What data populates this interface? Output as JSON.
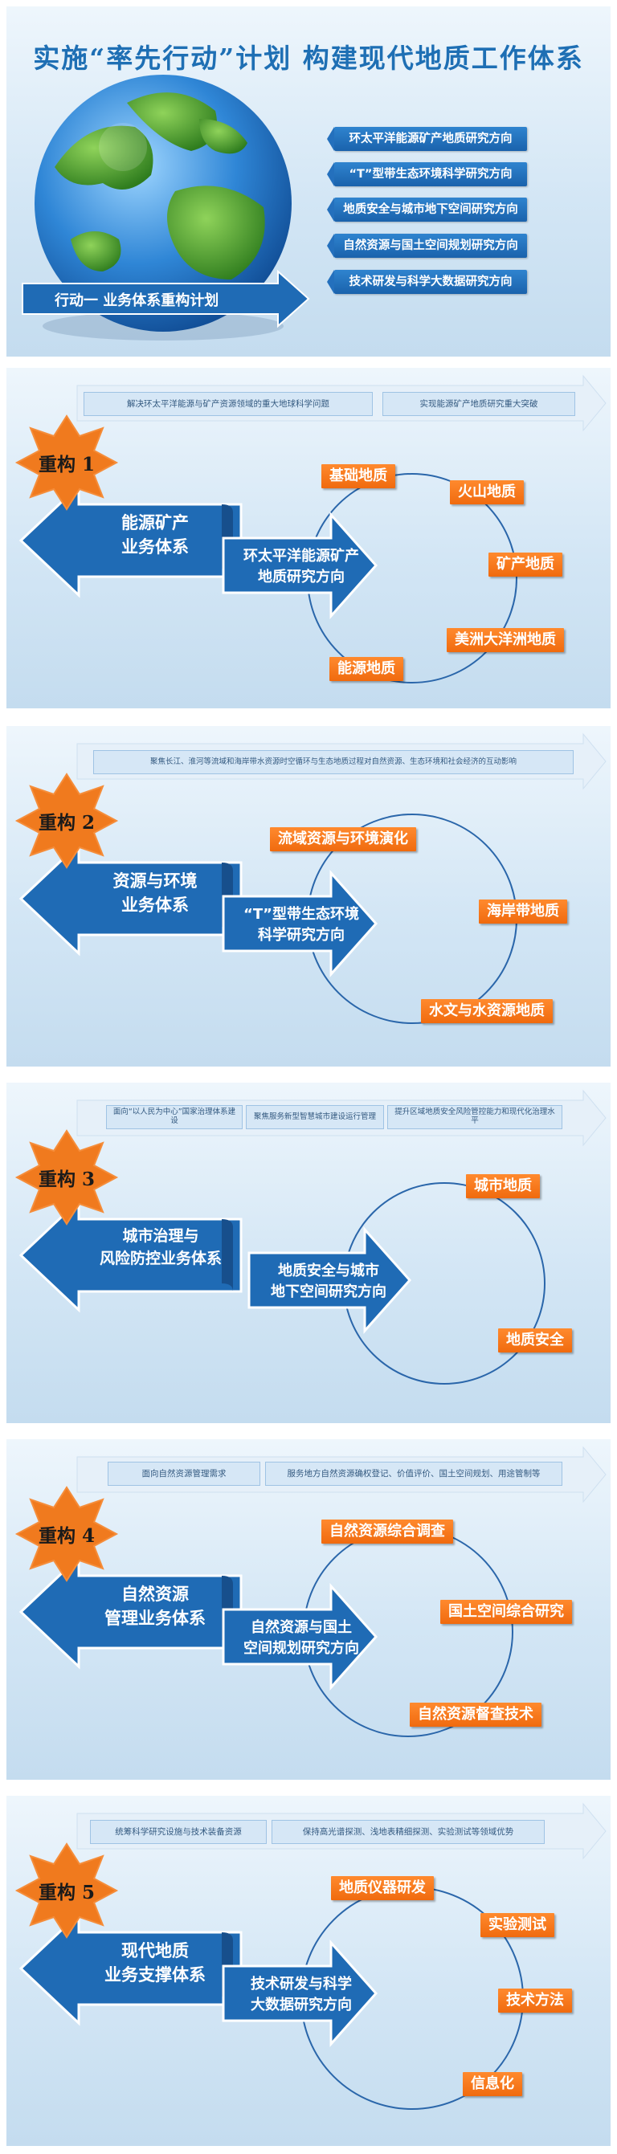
{
  "header": {
    "title": "实施“率先行动”计划  构建现代地质工作体系",
    "action_label": "行动一 业务体系重构计划",
    "directions": [
      "环太平洋能源矿产地质研究方向",
      "“T”型带生态环境科学研究方向",
      "地质安全与城市地下空间研究方向",
      "自然资源与国土空间规划研究方向",
      "技术研发与科学大数据研究方向"
    ]
  },
  "sections": [
    {
      "badge": "重构 1",
      "scopes": [
        "解决环太平洋能源与矿产资源领域的重大地球科学问题",
        "实现能源矿产地质研究重大突破"
      ],
      "business": "能源矿产\n业务体系",
      "direction": "环太平洋能源矿产\n地质研究方向",
      "fields": [
        "基础地质",
        "火山地质",
        "矿产地质",
        "美洲大洋洲地质",
        "能源地质"
      ]
    },
    {
      "badge": "重构 2",
      "scopes": [
        "聚焦长江、淮河等流域和海岸带水资源时空循环与生态地质过程对自然资源、生态环境和社会经济的互动影响"
      ],
      "business": "资源与环境\n业务体系",
      "direction": "“T”型带生态环境\n科学研究方向",
      "fields": [
        "流域资源与环境演化",
        "海岸带地质",
        "水文与水资源地质"
      ]
    },
    {
      "badge": "重构 3",
      "scopes": [
        "面向“以人民为中心”国家治理体系建设",
        "聚焦服务新型智慧城市建设运行管理",
        "提升区域地质安全风险管控能力和现代化治理水平"
      ],
      "business": "城市治理与\n风险防控业务体系",
      "direction": "地质安全与城市\n地下空间研究方向",
      "fields": [
        "城市地质",
        "地质安全"
      ]
    },
    {
      "badge": "重构 4",
      "scopes": [
        "面向自然资源管理需求",
        "服务地方自然资源确权登记、价值评价、国土空间规划、用途管制等"
      ],
      "business": "自然资源\n管理业务体系",
      "direction": "自然资源与国土\n空间规划研究方向",
      "fields": [
        "自然资源综合调查",
        "国土空间综合研究",
        "自然资源督查技术"
      ]
    },
    {
      "badge": "重构 5",
      "scopes": [
        "统筹科学研究设施与技术装备资源",
        "保持高光谱探测、浅地表精细探测、实验测试等领域优势"
      ],
      "business": "现代地质\n业务支撑体系",
      "direction": "技术研发与科学\n大数据研究方向",
      "fields": [
        "地质仪器研发",
        "实验测试",
        "技术方法",
        "信息化"
      ]
    }
  ],
  "colors": {
    "title_blue": "#1e6fb4",
    "arrow_blue": "#1f6bb5",
    "badge_orange": "#f07a1e",
    "field_orange": "#f06a0e"
  }
}
